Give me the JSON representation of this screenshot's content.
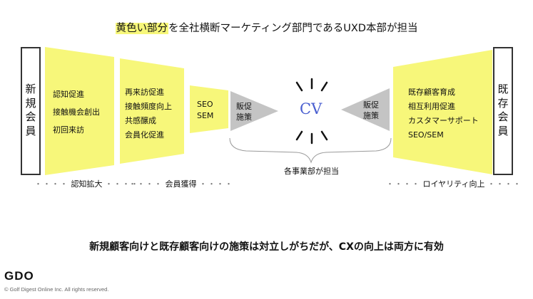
{
  "title": {
    "highlight": "黄色い部分",
    "rest": "を全社横断マーケティング部門であるUXD本部が担当"
  },
  "left_box": {
    "lines": [
      "新",
      "規",
      "会",
      "員"
    ]
  },
  "right_box": {
    "lines": [
      "既",
      "存",
      "会",
      "員"
    ]
  },
  "stage1": {
    "items": [
      "認知促進",
      "接触機会創出",
      "初回来訪"
    ]
  },
  "stage2": {
    "items": [
      "再来訪促進",
      "接触頻度向上",
      "共感醸成",
      "会員化促進"
    ]
  },
  "stage3": {
    "items": [
      "SEO",
      "SEM"
    ]
  },
  "sales_left": {
    "lines": [
      "販促",
      "施策"
    ]
  },
  "sales_right": {
    "lines": [
      "販促",
      "施策"
    ]
  },
  "cv": "CV",
  "right_stage": {
    "items": [
      "既存顧客育成",
      "相互利用促進",
      "カスタマーサポート",
      "SEO/SEM"
    ]
  },
  "brace_label": "各事業部が担当",
  "phases": {
    "awareness": "認知拡大",
    "acquisition": "会員獲得",
    "loyalty": "ロイヤリティ向上",
    "dots": "・・・・"
  },
  "bottom_text": "新規顧客向けと既存顧客向けの施策は対立しがちだが、CXの向上は両方に有効",
  "logo": "GDO",
  "copyright": "© Golf Digest Online Inc.  All rights reserved.",
  "colors": {
    "yellow": "#f7f77a",
    "gray": "#c4c4c4",
    "cv": "#4a5fd0"
  }
}
